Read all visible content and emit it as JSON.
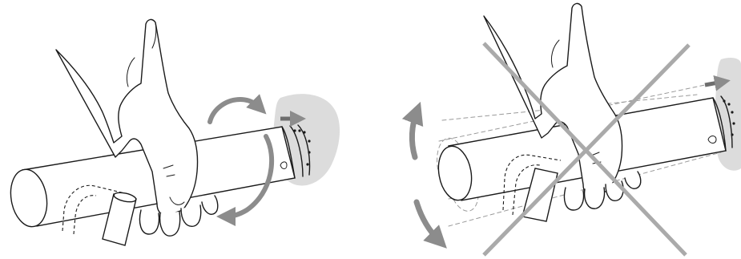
{
  "figure": {
    "panels": [
      {
        "id": "correct",
        "description_icons": [
          "twist-arrow-top",
          "twist-arrow-bottom",
          "push-arrow"
        ]
      },
      {
        "id": "incorrect",
        "description_icons": [
          "wiggle-arrow",
          "push-arrow",
          "cross-mark"
        ]
      }
    ],
    "colors": {
      "line": "#1a1a1a",
      "arrow": "#8c8c8c",
      "cross": "#aaaaaa",
      "shadow": "#d8d8d8"
    }
  }
}
